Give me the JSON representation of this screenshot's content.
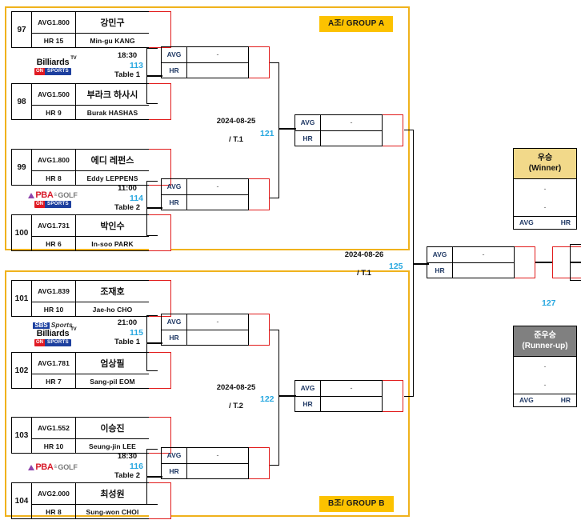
{
  "groups": {
    "a": {
      "label": "A조/ GROUP A"
    },
    "b": {
      "label": "B조/ GROUP B"
    }
  },
  "labels": {
    "avg": "AVG",
    "hr": "HR",
    "empty_value": "-"
  },
  "colors": {
    "group_border": "#f0b21c",
    "badge_bg": "#fcc200",
    "score_border": "#e11b1b",
    "match_number": "#28a8e0",
    "winner_bg": "#f2d98a",
    "runnerup_bg": "#808080"
  },
  "players": [
    {
      "seed": "97",
      "avg": "AVG1.800",
      "hr": "HR 15",
      "name_kr": "강민구",
      "name_en": "Min-gu KANG"
    },
    {
      "seed": "98",
      "avg": "AVG1.500",
      "hr": "HR 9",
      "name_kr": "부라크 하사시",
      "name_en": "Burak HASHAS"
    },
    {
      "seed": "99",
      "avg": "AVG1.800",
      "hr": "HR 8",
      "name_kr": "에디 레펀스",
      "name_en": "Eddy LEPPENS"
    },
    {
      "seed": "100",
      "avg": "AVG1.731",
      "hr": "HR 6",
      "name_kr": "박인수",
      "name_en": "In-soo PARK"
    },
    {
      "seed": "101",
      "avg": "AVG1.839",
      "hr": "HR 10",
      "name_kr": "조재호",
      "name_en": "Jae-ho CHO"
    },
    {
      "seed": "102",
      "avg": "AVG1.781",
      "hr": "HR 7",
      "name_kr": "엄상필",
      "name_en": "Sang-pil EOM"
    },
    {
      "seed": "103",
      "avg": "AVG1.552",
      "hr": "HR 10",
      "name_kr": "이승진",
      "name_en": "Seung-jin LEE"
    },
    {
      "seed": "104",
      "avg": "AVG2.000",
      "hr": "HR 8",
      "name_kr": "최성원",
      "name_en": "Sung-won CHOI"
    }
  ],
  "matches_r1": [
    {
      "number": "113",
      "time": "18:30",
      "table": "Table 1",
      "logo": "billiards-tv-on-sports"
    },
    {
      "number": "114",
      "time": "11:00",
      "table": "Table 2",
      "logo": "pba-golf-on-sports"
    },
    {
      "number": "115",
      "time": "21:00",
      "table": "Table 1",
      "logo": "sbs-sports-billiards-tv-on-sports"
    },
    {
      "number": "116",
      "time": "18:30",
      "table": "Table 2",
      "logo": "pba-golf"
    }
  ],
  "matches_r2": [
    {
      "number": "121",
      "date": "2024-08-25",
      "table": "/ T.1"
    },
    {
      "number": "122",
      "date": "2024-08-25",
      "table": "/ T.2"
    }
  ],
  "matches_r3": [
    {
      "number": "125",
      "date": "2024-08-26",
      "table": "/ T.1"
    }
  ],
  "matches_final": [
    {
      "number": "127"
    }
  ],
  "podium": {
    "winner": {
      "title_kr": "우승",
      "title_en": "(Winner)",
      "value_top": "-",
      "value_bottom": "-",
      "avg": "AVG",
      "hr": "HR"
    },
    "runner_up": {
      "title_kr": "준우승",
      "title_en": "(Runner-up)",
      "value_top": "-",
      "value_bottom": "-",
      "avg": "AVG",
      "hr": "HR"
    }
  }
}
